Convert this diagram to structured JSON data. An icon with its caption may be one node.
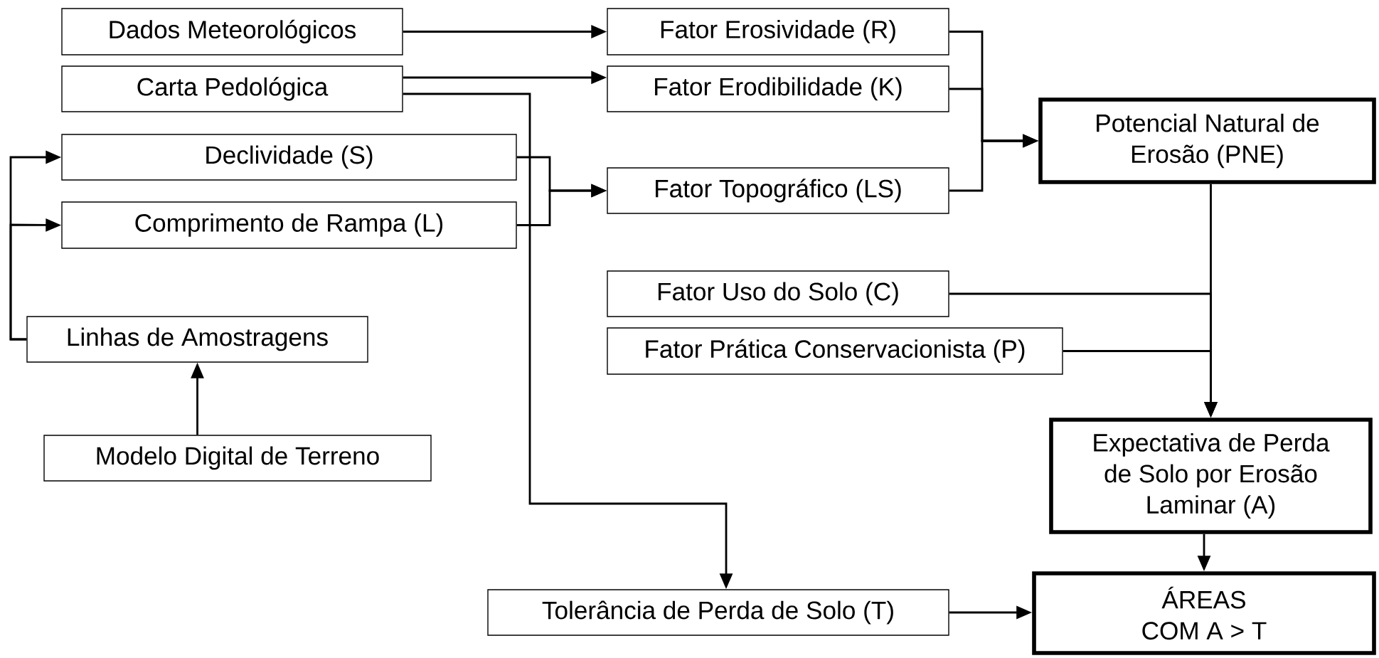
{
  "diagram": {
    "nodes": [
      {
        "text": [
          "Dados Meteorológicos"
        ]
      },
      {
        "text": [
          "Carta Pedológica"
        ]
      },
      {
        "text": [
          "Declividade (S)"
        ]
      },
      {
        "text": [
          "Comprimento de Rampa (L)"
        ]
      },
      {
        "text": [
          "Linhas de Amostragens"
        ]
      },
      {
        "text": [
          "Modelo Digital de Terreno"
        ]
      },
      {
        "text": [
          "Fator Erosividade (R)"
        ]
      },
      {
        "text": [
          "Fator Erodibilidade (K)"
        ]
      },
      {
        "text": [
          "Fator Topográfico (LS)"
        ]
      },
      {
        "text": [
          "Potencial Natural de Erosão (PNE)"
        ]
      },
      {
        "text": [
          "Fator Uso do Solo (C)"
        ]
      },
      {
        "text": [
          "Fator Prática Conservacionista (P)"
        ]
      },
      {
        "text": [
          "Expectativa de Perda de Solo por Erosão Laminar (A)"
        ]
      },
      {
        "text": [
          "Tolerância de Perda de Solo (T)"
        ]
      },
      {
        "text": [
          "ÁREAS COM A > T"
        ]
      }
    ],
    "edges": [
      {
        "from": 0,
        "to": 6,
        "arrow": "to"
      },
      {
        "from": 1,
        "to": 7,
        "arrow": "to"
      },
      {
        "from": 1,
        "to": 13,
        "arrow": "to"
      },
      {
        "from": 2,
        "to": 8,
        "arrow": "to"
      },
      {
        "from": 3,
        "to": 8,
        "arrow": "to"
      },
      {
        "from": 4,
        "to": 2,
        "arrow": "to"
      },
      {
        "from": 4,
        "to": 3,
        "arrow": "to"
      },
      {
        "from": 5,
        "to": 4,
        "arrow": "to"
      },
      {
        "from": 6,
        "to": 9,
        "arrow": "to"
      },
      {
        "from": 7,
        "to": 9,
        "arrow": "to"
      },
      {
        "from": 8,
        "to": 9,
        "arrow": "to"
      },
      {
        "from": 9,
        "to": 12,
        "arrow": "to"
      },
      {
        "from": 10,
        "to": 12,
        "arrow": "to"
      },
      {
        "from": 11,
        "to": 12,
        "arrow": "to"
      },
      {
        "from": 12,
        "to": 14,
        "arrow": "to"
      },
      {
        "from": 13,
        "to": 14,
        "arrow": "to"
      }
    ]
  }
}
